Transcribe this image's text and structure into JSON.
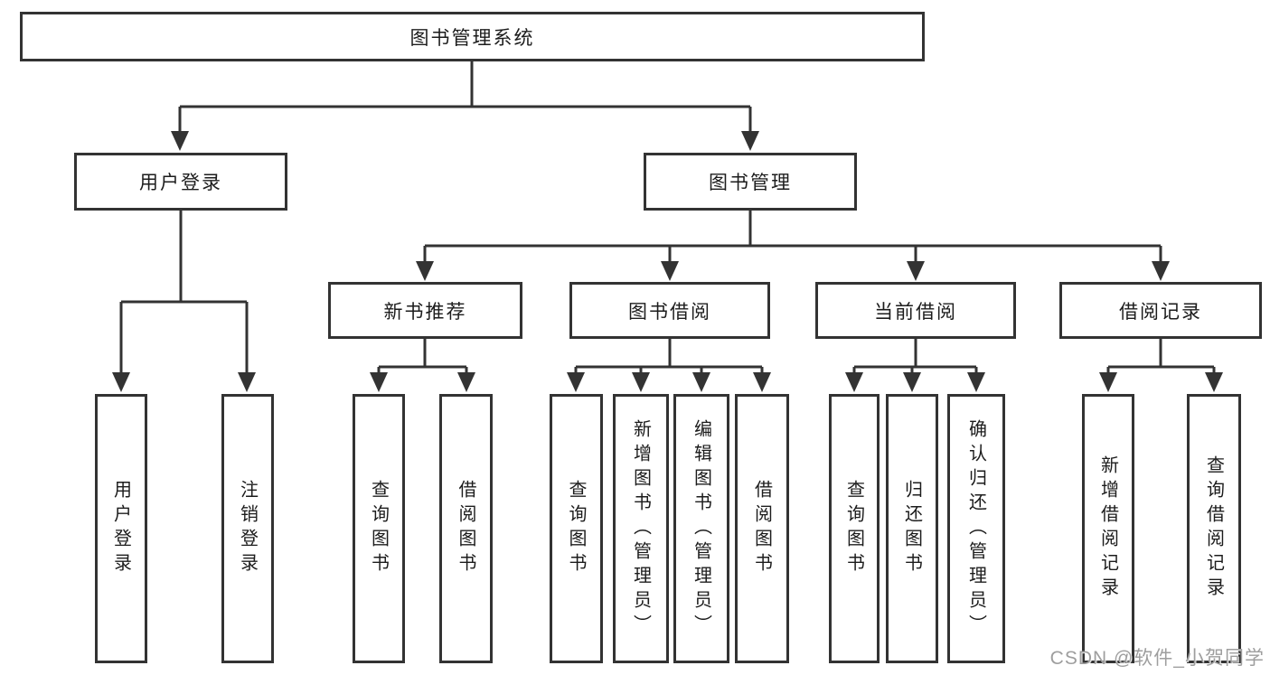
{
  "diagram": {
    "title": "图书管理系统",
    "level2": {
      "user_login": "用户登录",
      "book_mgmt": "图书管理"
    },
    "level3": {
      "new_book": "新书推荐",
      "borrow": "图书借阅",
      "current": "当前借阅",
      "records": "借阅记录"
    },
    "leaves": {
      "user_login": "用户登录",
      "logout": "注销登录",
      "nb_query": "查询图书",
      "nb_borrow": "借阅图书",
      "bb_query": "查询图书",
      "bb_add": "新增图书（管理员）",
      "bb_edit": "编辑图书（管理员）",
      "bb_borrow": "借阅图书",
      "cb_query": "查询图书",
      "cb_return": "归还图书",
      "cb_confirm": "确认归还（管理员）",
      "rec_add": "新增借阅记录",
      "rec_query": "查询借阅记录"
    }
  },
  "watermark": {
    "text": "CSDN @软件_小贺同学",
    "color": "#9e9e9e"
  },
  "colors": {
    "line": "#333333",
    "text": "#1c1c1c",
    "box_bg": "#ffffff",
    "background": "#ffffff"
  }
}
